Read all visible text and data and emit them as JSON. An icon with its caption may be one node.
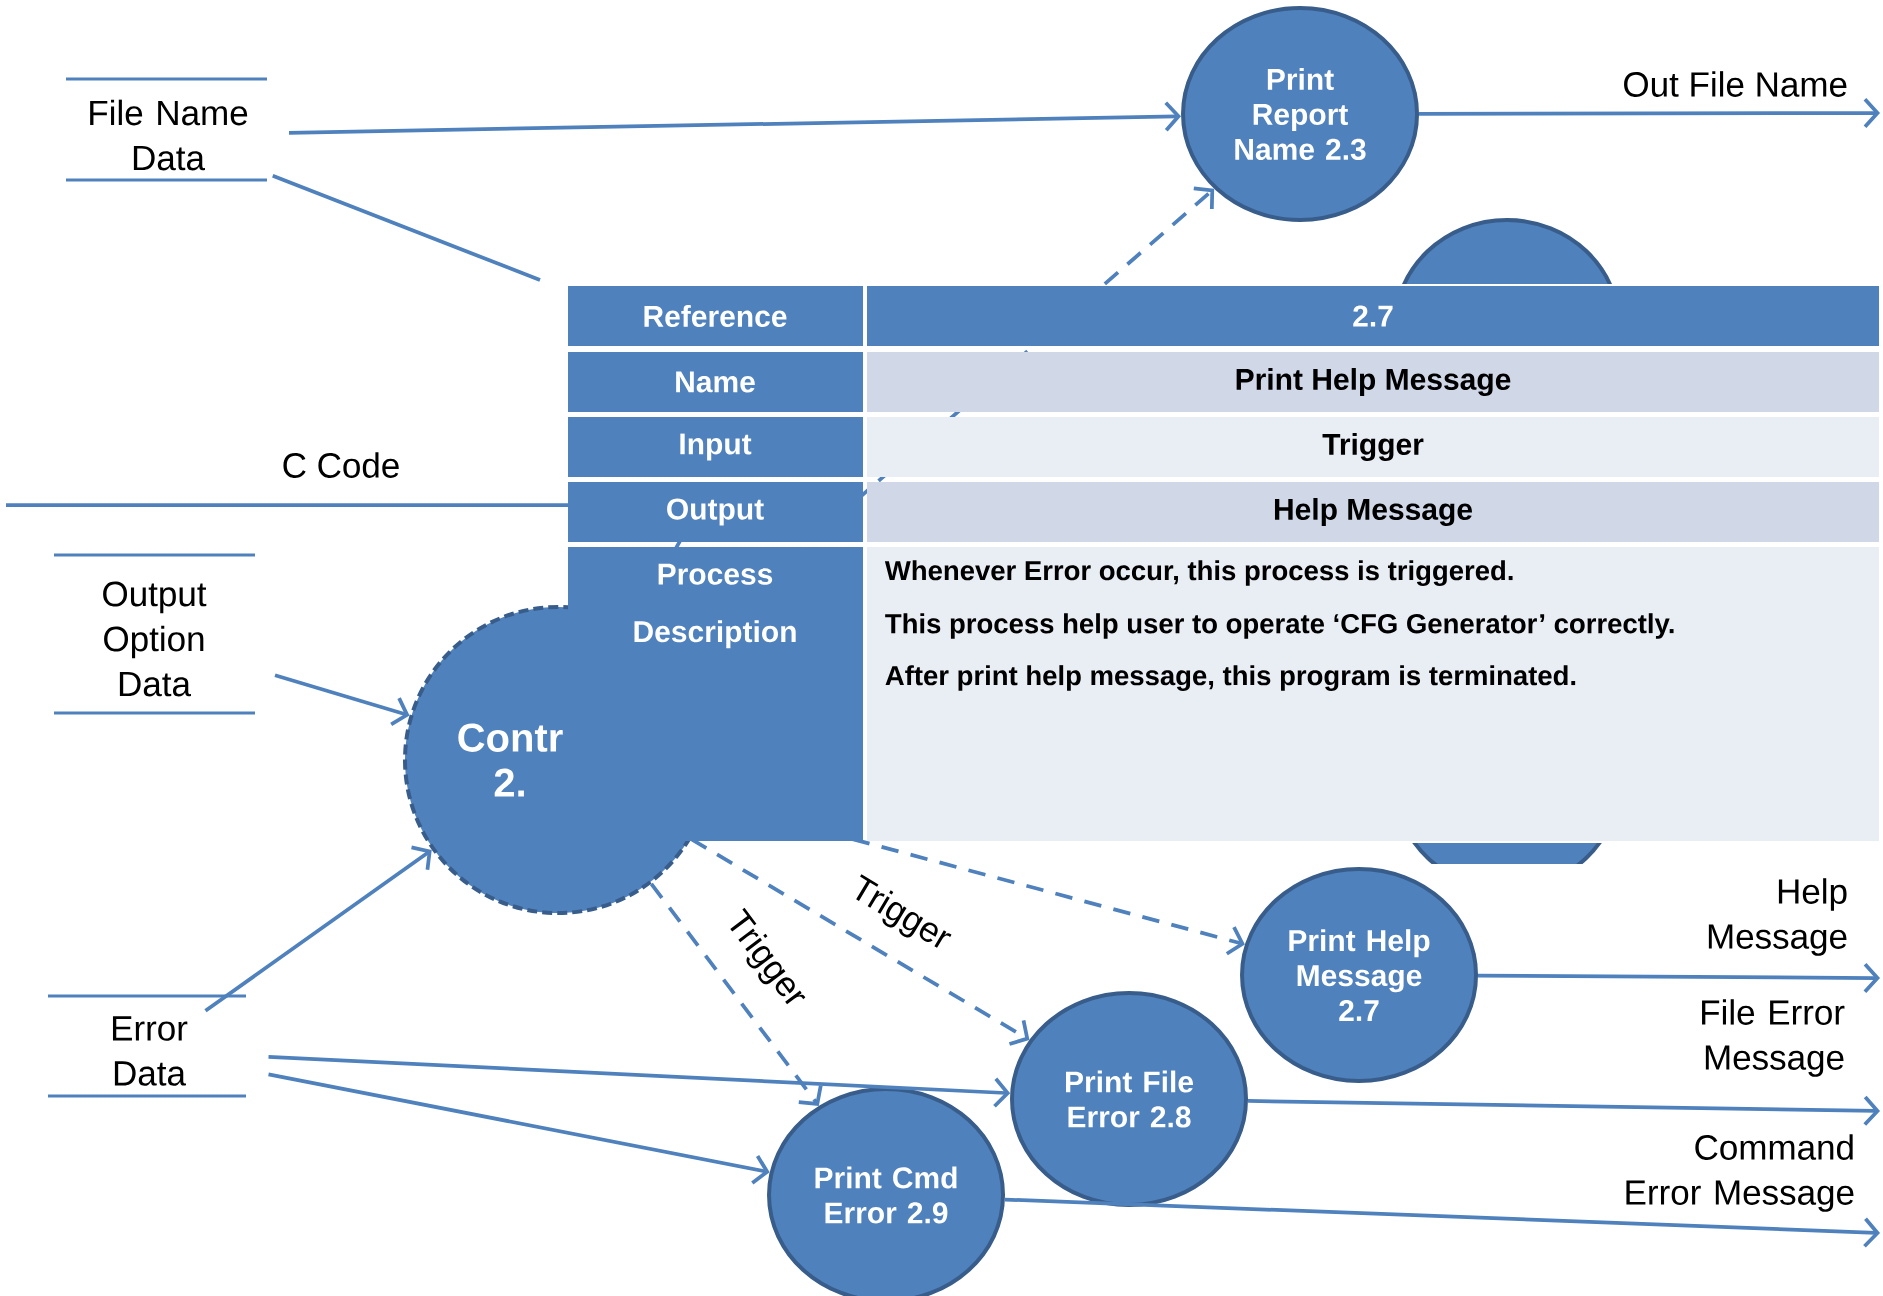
{
  "diagram": {
    "nodes": [
      {
        "text": [
          "File Name Data"
        ]
      },
      {
        "text": [
          "Print Report Name 2.3"
        ]
      },
      {
        "text": [],
        "shape": "circle"
      },
      {
        "text": [
          "Output Option Data"
        ]
      },
      {
        "text": [
          "Contr 2."
        ]
      },
      {
        "text": [],
        "shape": "circle"
      },
      {
        "text": [
          "Print Help Message 2.7"
        ]
      },
      {
        "text": [
          "Error Data"
        ]
      },
      {
        "text": [
          "Print File Error 2.8"
        ]
      },
      {
        "text": [
          "Print Cmd Error 2.9"
        ]
      }
    ],
    "edges": [
      {
        "from": 0,
        "to": 1,
        "arrow": "to"
      },
      {
        "from": 0,
        "to": null,
        "arrow": "none"
      },
      {
        "from": null,
        "to": 4,
        "arrow": "none",
        "label": "C Code"
      },
      {
        "from": 4,
        "to": 1,
        "arrow": "to",
        "style": "dashed"
      },
      {
        "from": 1,
        "to": null,
        "arrow": "to",
        "label": "Out File Name"
      },
      {
        "from": 3,
        "to": 4,
        "arrow": "to"
      },
      {
        "from": 7,
        "to": 4,
        "arrow": "to"
      },
      {
        "from": 7,
        "to": 8,
        "arrow": "to"
      },
      {
        "from": 7,
        "to": 9,
        "arrow": "to"
      },
      {
        "from": 4,
        "to": 6,
        "arrow": "to",
        "style": "dashed"
      },
      {
        "from": 4,
        "to": 8,
        "arrow": "to",
        "style": "dashed",
        "label": "Trigger"
      },
      {
        "from": 4,
        "to": 9,
        "arrow": "to",
        "style": "dashed",
        "label": "Trigger"
      },
      {
        "from": 6,
        "to": null,
        "arrow": "to",
        "label": "Help Message"
      },
      {
        "from": 8,
        "to": null,
        "arrow": "to",
        "label": "File Error Message"
      },
      {
        "from": 9,
        "to": null,
        "arrow": "to",
        "label": "Command Error Message"
      }
    ],
    "labels": [
      "Reference",
      "2.7",
      "Name",
      "Print Help Message",
      "Input",
      "Trigger",
      "Output",
      "Help Message",
      "Process Description",
      "Whenever Error occur, this process is triggered.",
      "This process help user to operate ‘CFG Generator’ correctly.",
      "After print help message, this program is terminated."
    ]
  }
}
